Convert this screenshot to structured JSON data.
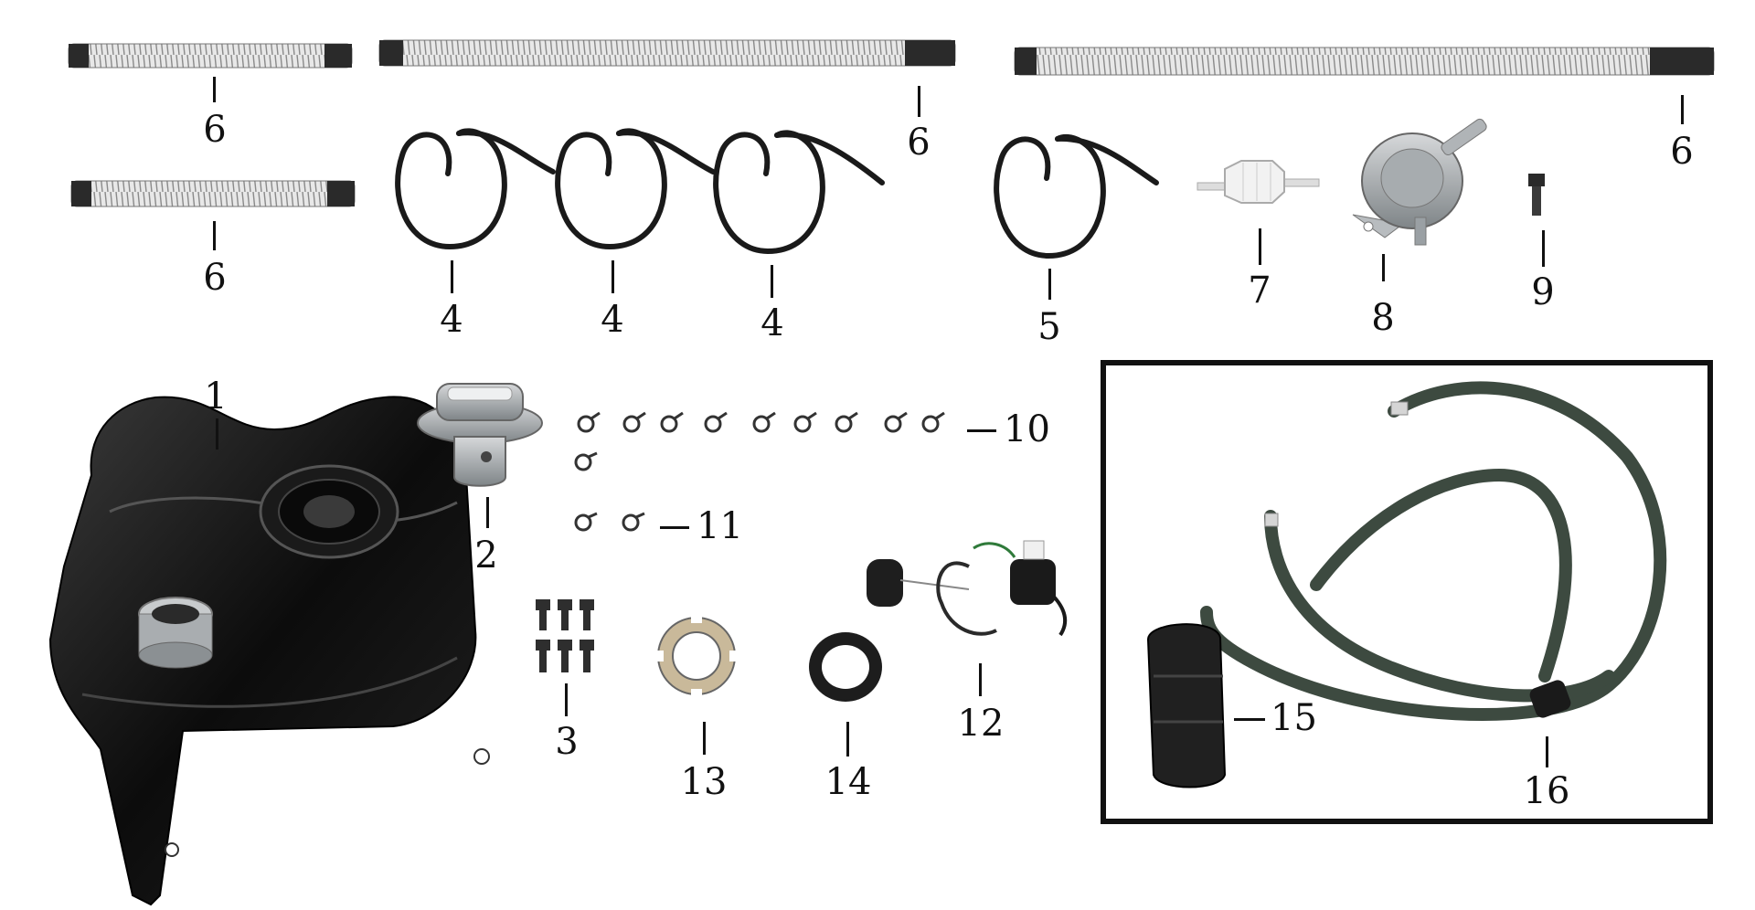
{
  "labels": {
    "part_1": "1",
    "part_2": "2",
    "part_3": "3",
    "part_4a": "4",
    "part_4b": "4",
    "part_4c": "4",
    "part_5": "5",
    "part_6a": "6",
    "part_6b": "6",
    "part_6c": "6",
    "part_6d": "6",
    "part_7": "7",
    "part_8": "8",
    "part_9": "9",
    "part_10": "10",
    "part_11": "11",
    "part_12": "12",
    "part_13": "13",
    "part_14": "14",
    "part_15": "15",
    "part_16": "16"
  },
  "icons": [
    "fuel-tank-icon",
    "fuel-cap-icon",
    "bolt-icon",
    "fuel-hose-icon",
    "spring-sleeve-icon",
    "fuel-filter-icon",
    "vacuum-valve-icon",
    "hose-clamp-icon",
    "fuel-sender-icon",
    "lock-ring-icon",
    "seal-ring-icon",
    "charcoal-canister-icon",
    "check-valve-icon"
  ],
  "colors": {
    "ink": "#111111",
    "part_dark": "#1a1a1a",
    "metal": "#9aa0a4",
    "background": "#ffffff"
  }
}
